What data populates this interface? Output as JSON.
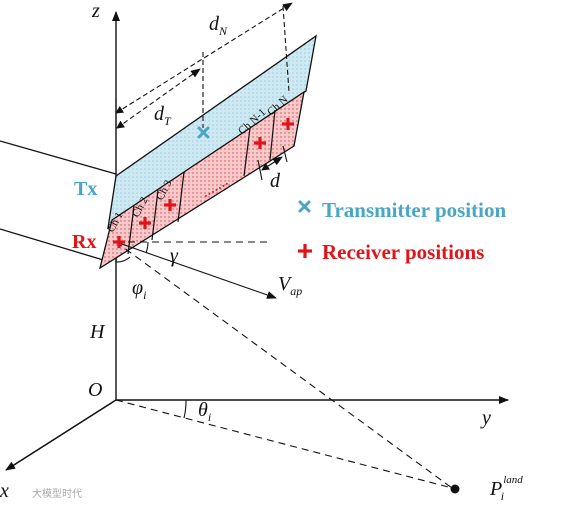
{
  "colors": {
    "tx_band": "#cfe9f2",
    "tx_dots": "#7fbfd6",
    "tx_color": "#4aa6c4",
    "rx_band": "#f6c9cc",
    "rx_dots": "#d9473f",
    "rx_color": "#e0151c",
    "line": "#111111"
  },
  "icons": {
    "transmitter_marker": "cross-x",
    "receiver_marker": "plus"
  },
  "axes": {
    "z": "z",
    "y": "y",
    "x": "x",
    "origin": "O",
    "height": "H"
  },
  "dimensions": {
    "dN_base": "d",
    "dN_sub": "N",
    "dT_base": "d",
    "dT_sub": "T",
    "d": "d"
  },
  "labels": {
    "tx": "Tx",
    "rx": "Rx",
    "gamma": "γ",
    "vap_base": "V",
    "vap_sub": "ap",
    "phi_base": "φ",
    "phi_sub": "i",
    "theta_base": "θ",
    "theta_sub": "i",
    "pland_base": "P",
    "pland_sub": "i",
    "pland_sup": "land",
    "dots": "......."
  },
  "channels": [
    "Ch 1",
    "Ch 2",
    "Ch 3",
    "Ch N-1",
    "Ch N"
  ],
  "legend": {
    "transmitter": "Transmitter position",
    "receiver": "Receiver positions"
  },
  "watermark": "大模型时代"
}
